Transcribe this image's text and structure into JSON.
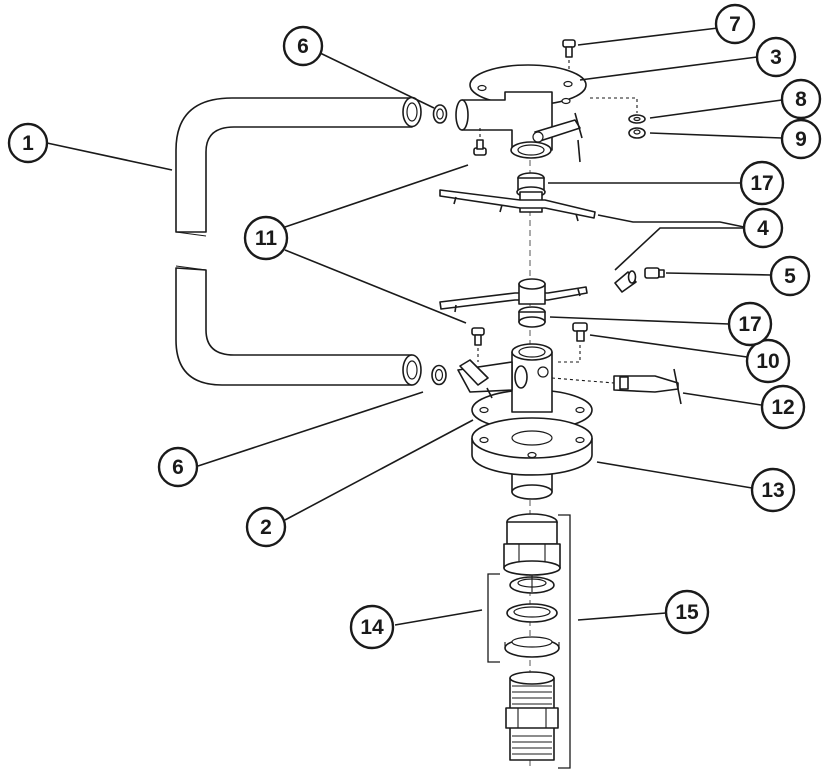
{
  "diagram": {
    "accent_color": "#1a1a1a",
    "callouts": [
      {
        "id": "c1",
        "label": "1"
      },
      {
        "id": "c2",
        "label": "2"
      },
      {
        "id": "c3",
        "label": "3"
      },
      {
        "id": "c4",
        "label": "4"
      },
      {
        "id": "c5",
        "label": "5"
      },
      {
        "id": "c6a",
        "label": "6"
      },
      {
        "id": "c6b",
        "label": "6"
      },
      {
        "id": "c7",
        "label": "7"
      },
      {
        "id": "c8",
        "label": "8"
      },
      {
        "id": "c9",
        "label": "9"
      },
      {
        "id": "c10",
        "label": "10"
      },
      {
        "id": "c11",
        "label": "11"
      },
      {
        "id": "c12",
        "label": "12"
      },
      {
        "id": "c13",
        "label": "13"
      },
      {
        "id": "c14",
        "label": "14"
      },
      {
        "id": "c15",
        "label": "15"
      },
      {
        "id": "c17a",
        "label": "17"
      },
      {
        "id": "c17b",
        "label": "17"
      }
    ]
  }
}
